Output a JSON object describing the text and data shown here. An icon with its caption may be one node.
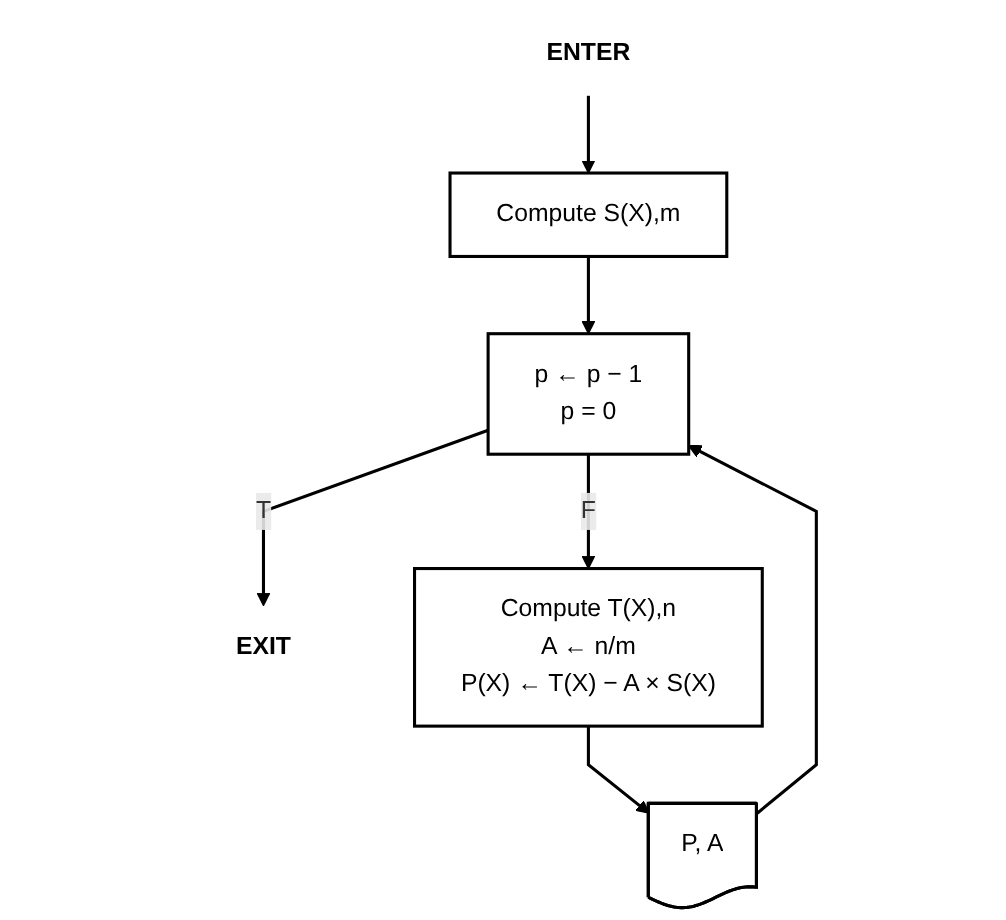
{
  "diagram": {
    "nodes": [
      {
        "text": [
          "ENTER"
        ]
      },
      {
        "text": [
          "Compute S(X),m"
        ]
      },
      {
        "text": [
          "p ← p − 1",
          "p = 0"
        ]
      },
      {
        "text": [
          "EXIT"
        ]
      },
      {
        "text": [
          "Compute T(X),n",
          "A ← n/m",
          "P(X) ← T(X) − A × S(X)"
        ]
      },
      {
        "text": [
          "P, A"
        ]
      }
    ],
    "edges": [
      {
        "from": 0,
        "to": 1,
        "arrow": "to"
      },
      {
        "from": 1,
        "to": 2,
        "arrow": "to"
      },
      {
        "from": 2,
        "to": 3,
        "arrow": "to",
        "label": "T"
      },
      {
        "from": 2,
        "to": 4,
        "arrow": "to",
        "label": "F"
      },
      {
        "from": 4,
        "to": 5,
        "arrow": "to"
      },
      {
        "from": 5,
        "to": 2,
        "arrow": "to"
      }
    ]
  }
}
